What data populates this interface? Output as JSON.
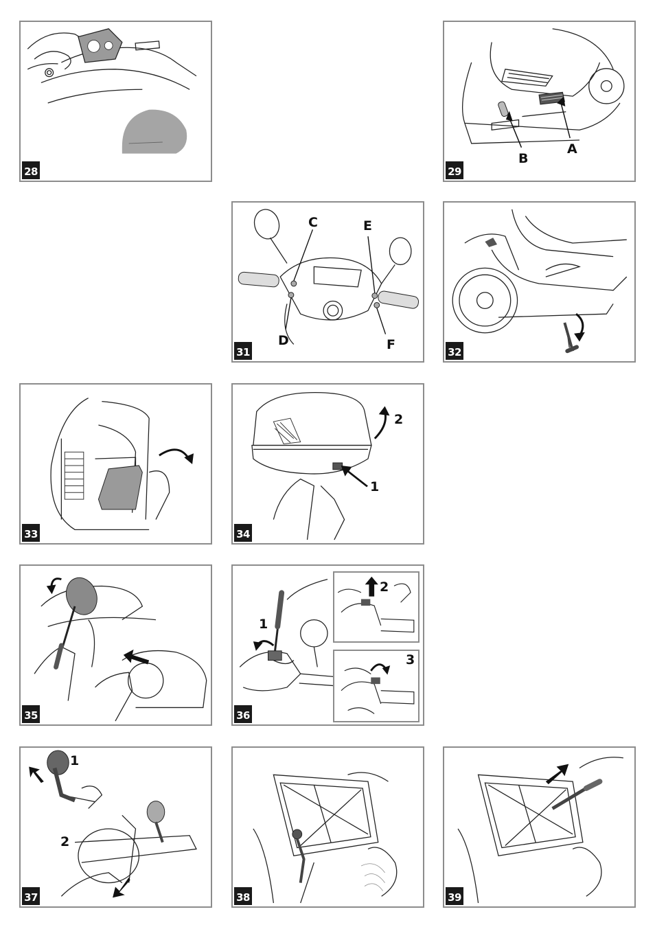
{
  "figures": [
    {
      "id": "28",
      "label": "28"
    },
    {
      "id": "29",
      "label": "29",
      "callouts": [
        "A",
        "B"
      ]
    },
    {
      "id": "31",
      "label": "31",
      "callouts": [
        "C",
        "D",
        "E",
        "F"
      ]
    },
    {
      "id": "32",
      "label": "32"
    },
    {
      "id": "33",
      "label": "33"
    },
    {
      "id": "34",
      "label": "34",
      "steps": [
        "1",
        "2"
      ]
    },
    {
      "id": "35",
      "label": "35"
    },
    {
      "id": "36",
      "label": "36",
      "steps": [
        "1",
        "2",
        "3"
      ]
    },
    {
      "id": "37",
      "label": "37",
      "steps": [
        "1",
        "2"
      ]
    },
    {
      "id": "38",
      "label": "38"
    },
    {
      "id": "39",
      "label": "39"
    }
  ],
  "colors": {
    "frame": "#8c8c8c",
    "badge": "#1a1a1a",
    "line": "#222222",
    "shade": "#9a9a9a"
  }
}
